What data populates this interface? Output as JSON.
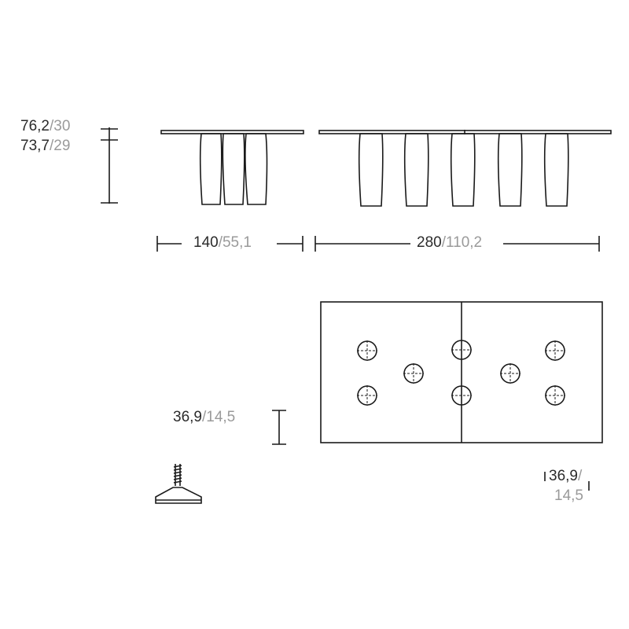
{
  "dimensions": {
    "overall_height": {
      "metric": "76,2",
      "imperial": "30"
    },
    "base_height": {
      "metric": "73,7",
      "imperial": "29"
    },
    "small_table_length": {
      "metric": "140",
      "imperial": "55,1"
    },
    "large_table_length": {
      "metric": "280",
      "imperial": "110,2"
    },
    "top_view_width": {
      "metric": "36,9",
      "imperial": "14,5"
    },
    "top_view_depth": {
      "metric": "36,9",
      "imperial": "14,5"
    }
  },
  "separator": "/",
  "colors": {
    "line": "#1a1a1a",
    "text": "#2b2b2b",
    "secondary_text": "#9a9a9a"
  }
}
